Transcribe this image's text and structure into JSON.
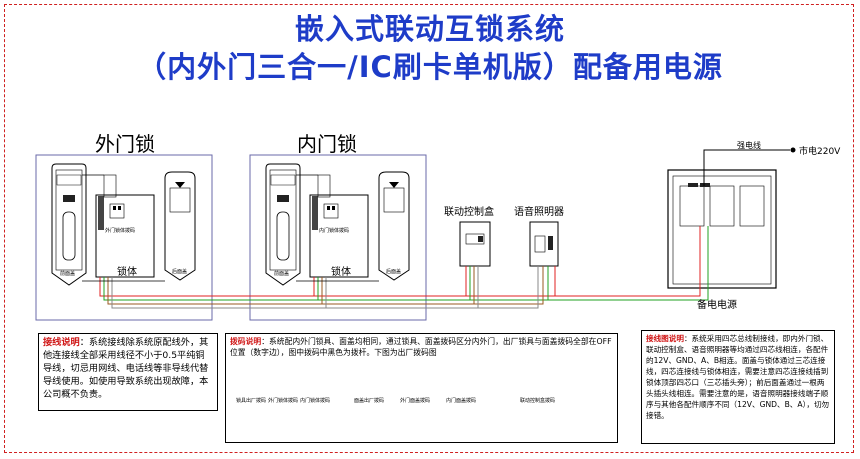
{
  "title": {
    "line1": "嵌入式联动互锁系统",
    "line2": "（内外门三合一/IC刷卡单机版）配备用电源"
  },
  "doors": {
    "outer": {
      "heading": "外门锁",
      "front_panel": "前面盖",
      "lock_body": "锁体",
      "rear_panel": "后面盖",
      "dip_label": "外门锁体拨码"
    },
    "inner": {
      "heading": "内门锁",
      "front_panel": "前面盖",
      "lock_body": "锁体",
      "rear_panel": "后面盖",
      "dip_label": "内门锁体拨码"
    }
  },
  "devices": {
    "control_box": "联动控制盒",
    "voice_light": "语音照明器",
    "strong_wire": "强电线",
    "mains": "市电220V",
    "backup_power": "备电电源"
  },
  "notes": {
    "left": {
      "label": "接线说明",
      "text": "：系统接线除系统原配线外，其他连接线全部采用线径不小于0.5平纯铜导线，切忌用网线、电话线等非导线代替导线使用。如使用导致系统出现故障，本公司概不负责。"
    },
    "middle": {
      "label": "拨码说明",
      "text": "：系统配内外门锁具、面盖均相同，通过锁具、面盖拨码区分内外门，出厂锁具与面盖拨码全部在OFF位置（数字边），图中拨码中黑色为拨杆。下图为出厂拨码图",
      "switch_labels": [
        "锁具出厂拨码",
        "外门锁体拨码",
        "内门锁体拨码",
        "面盖出厂拨码",
        "外门面盖拨码",
        "内门面盖拨码",
        "联动控制盒拨码"
      ]
    },
    "right": {
      "label": "接线图说明",
      "text": "：系统采用四芯总线制接线，即内外门锁、联动控制盒、语音照明器等均通过四芯线相连，各配件的12V、GND、A、B相连。面盖与锁体通过三芯连接线，四芯连接线与锁体相连，需要注意四芯连接线插到锁体顶部四芯口（三芯插头旁）；前后面盖通过一根两头插头线相连。需要注意的是，语音照明器接线端子顺序与其他各配件顺序不同（12V、GND、B、A），切勿接错。"
    }
  },
  "colors": {
    "title": "#1e3cc8",
    "frame": "#d02020",
    "note_label": "#d01818",
    "enclosure": "#6a6aa8",
    "wire_red": "#e02020",
    "wire_green": "#20a020",
    "wire_brown": "#9a5a20",
    "wire_gray": "#888888"
  }
}
